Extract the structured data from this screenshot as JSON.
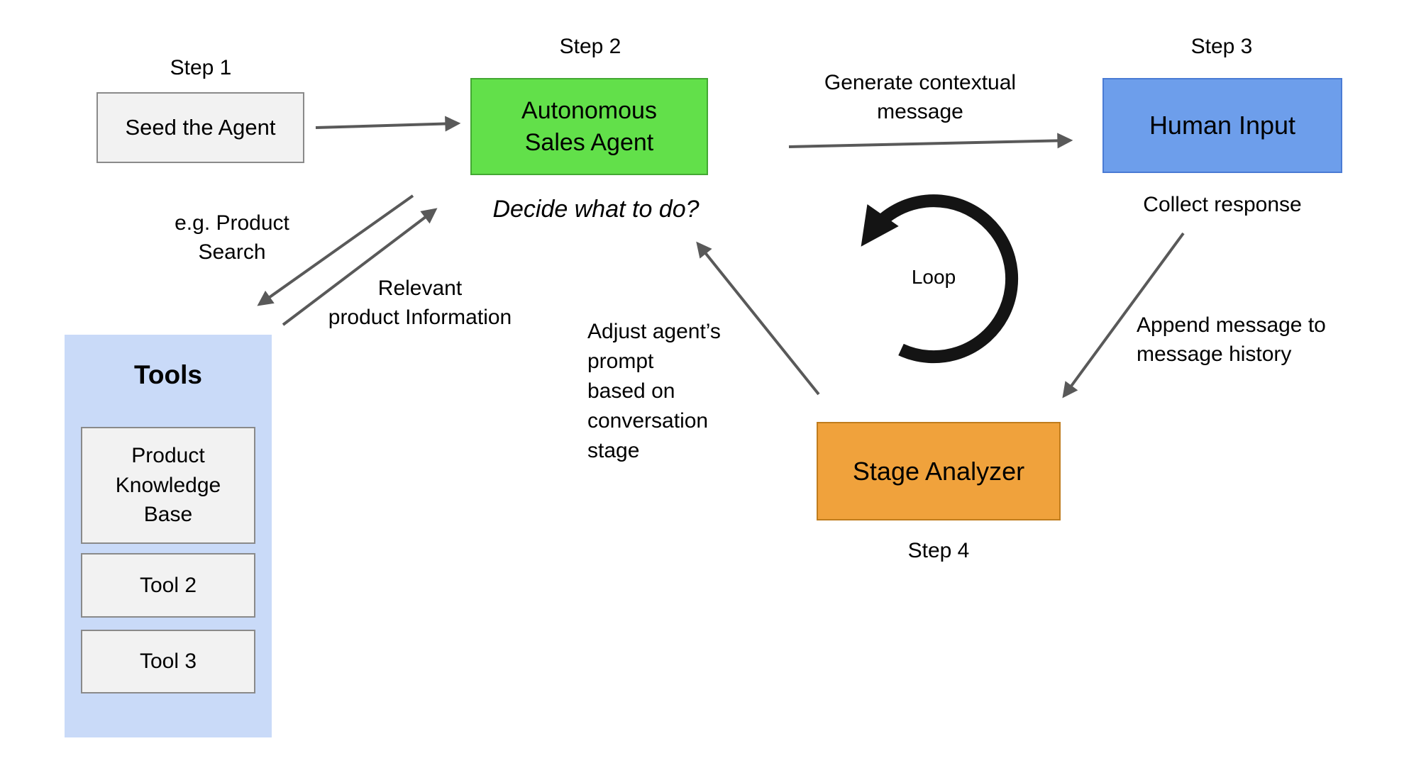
{
  "diagram": {
    "steps": {
      "step1": "Step 1",
      "step2": "Step 2",
      "step3": "Step 3",
      "step4": "Step 4"
    },
    "nodes": {
      "seed_agent": "Seed the Agent",
      "sales_agent": "Autonomous\nSales Agent",
      "human_input": "Human Input",
      "stage_analyzer": "Stage Analyzer"
    },
    "tools": {
      "title": "Tools",
      "items": [
        "Product\nKnowledge\nBase",
        "Tool 2",
        "Tool 3"
      ]
    },
    "labels": {
      "generate_contextual": "Generate contextual\nmessage",
      "collect_response": "Collect response",
      "append_message": "Append message to\nmessage history",
      "product_search": "e.g. Product\nSearch",
      "relevant_info": "Relevant\nproduct Information",
      "adjust_prompt": "Adjust agent’s\nprompt\nbased on\nconversation\nstage",
      "decide": "Decide what to do?",
      "loop": "Loop"
    },
    "colors": {
      "agent_green": "#62e04a",
      "human_blue": "#6d9eeb",
      "stage_orange": "#f0a23c",
      "tools_bg": "#c9daf8",
      "box_gray": "#f2f2f2",
      "arrow": "#595959"
    }
  }
}
